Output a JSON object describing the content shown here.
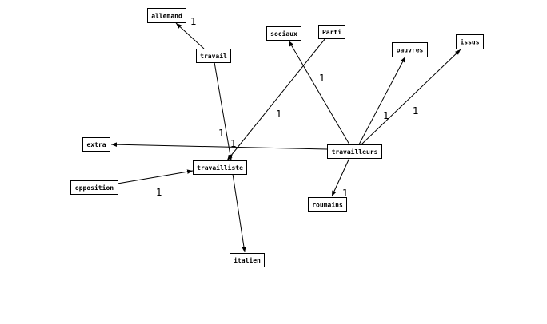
{
  "nodes": [
    {
      "id": "allemand",
      "label": "allemand"
    },
    {
      "id": "travail",
      "label": "travail"
    },
    {
      "id": "sociaux",
      "label": "sociaux"
    },
    {
      "id": "parti",
      "label": "Parti"
    },
    {
      "id": "pauvres",
      "label": "pauvres"
    },
    {
      "id": "issus",
      "label": "issus"
    },
    {
      "id": "extra",
      "label": "extra"
    },
    {
      "id": "travailleurs",
      "label": "travailleurs"
    },
    {
      "id": "travailliste",
      "label": "travailliste"
    },
    {
      "id": "opposition",
      "label": "opposition"
    },
    {
      "id": "roumains",
      "label": "roumains"
    },
    {
      "id": "italien",
      "label": "italien"
    }
  ],
  "edges": [
    {
      "from": "travail",
      "to": "allemand",
      "label": "1"
    },
    {
      "from": "travail",
      "to": "travailliste",
      "label": "1"
    },
    {
      "from": "parti",
      "to": "travailliste",
      "label": "1"
    },
    {
      "from": "travailleurs",
      "to": "sociaux",
      "label": "1"
    },
    {
      "from": "travailleurs",
      "to": "pauvres",
      "label": "1"
    },
    {
      "from": "travailleurs",
      "to": "issus",
      "label": "1"
    },
    {
      "from": "travailleurs",
      "to": "extra",
      "label": "1"
    },
    {
      "from": "travailleurs",
      "to": "roumains",
      "label": "1"
    },
    {
      "from": "opposition",
      "to": "travailliste",
      "label": "1"
    },
    {
      "from": "travailliste",
      "to": "italien",
      "label": ""
    }
  ],
  "colors": {
    "stroke": "#000000",
    "background": "#ffffff"
  }
}
